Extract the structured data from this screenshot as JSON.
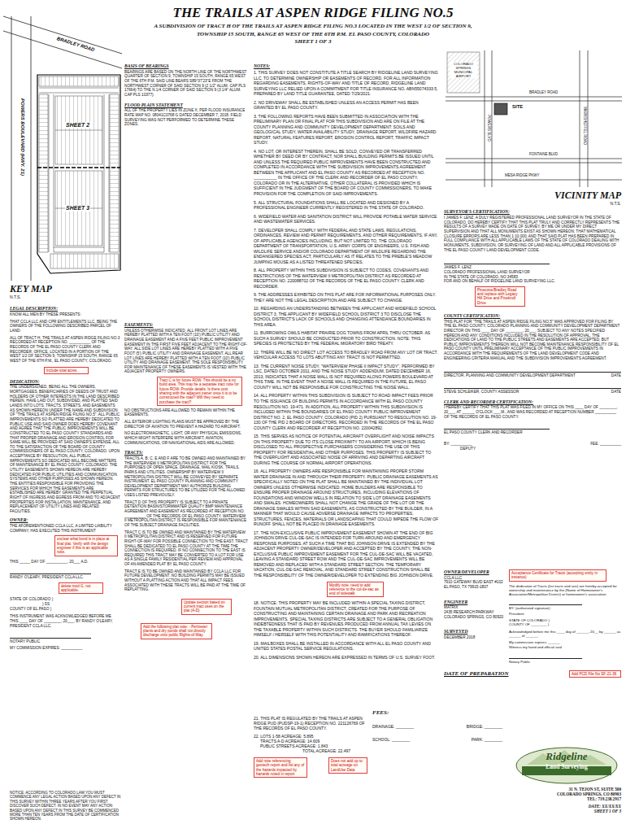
{
  "diagram": {
    "title": "THE TRAILS AT ASPEN RIDGE FILING NO.5",
    "nodes": [
      {
        "text": [
          "Include total acres."
        ]
      },
      {
        "text": [
          "unclear what bond is in place at final plat. Verify with the design engineer if this is an applicable note."
        ]
      },
      {
        "text": [
          "delete mod G. not applicable."
        ]
      },
      {
        "text": [
          "Tract C is for future ROW. This should be a no build area. This may be a separate tract note for future ROW. Provide details. Is there cost sharing with the adjacent owner once it is to be constructed the road? Will they need to purchase the tract?"
        ]
      },
      {
        "text": [
          "Update section based on current tract uses on the plat (A-D)"
        ]
      },
      {
        "text": [
          "Add the following plat note: - Perimeter plants and dry ponds shall not directly discharge onto public Rights-of-Way."
        ]
      },
      {
        "text": [
          "Modify note, need to add reference to the cul-de-sac as end of sidewalk"
        ]
      },
      {
        "text": [
          "Add note referencing geotech report and list any of the hazards impacted by hazards noted in report"
        ]
      },
      {
        "text": [
          "Does not add up to total acreage on LandUse Data"
        ]
      },
      {
        "text": [
          "Pinecone/Bradley Road and replace with Legacy Hill Drive and Pineknoll Drive"
        ]
      },
      {
        "text": [
          "Acceptance Certificate for Tracts (accepting entity in instance)"
        ]
      },
      {
        "text": [
          "Add PCD File No SF-21-36"
        ]
      },
      {
        "text": [
          "Ridgeline",
          "Land Surveying"
        ]
      }
    ],
    "labels": [
      "A SUBDIVISION OF TRACT H OF THE TRAILS AT ASPEN RIDGE FILING NO.3 LOCATED IN THE WEST 1/2 OF SECTION 9,",
      "TOWNSHIP 15 SOUTH, RANGE 65 WEST OF THE 6TH P.M. EL PASO COUNTY, COLORADO",
      "SHEET 1 OF 3",
      "BRADLEY ROAD",
      "POWERS BOULEVARD (HWY. 21)",
      "SHEET 2",
      "SHEET 3",
      "KEY MAP",
      "N.T.S.",
      "LEGAL DESCRIPTION:",
      "KNOW ALL MEN BY THESE PRESENTS:",
      "THAT CCLA LLC AND CPR ENTITLEMENTS LLC, BEING THE OWNERS OF THE FOLLOWING DESCRIBED PARCEL OF LAND:",
      "ALL OF TRACT H, THE TRAILS AT ASPEN RIDGE FILING NO.3 RECORDED AT RECEPTION NO. __________ OF THE RECORDS OF THE EL PASO COUNTY CLERK AND RECORDER, OFFICE, LOCATED IN A PORTION OF THE WEST 1/2 OF SECTION 9, TOWNSHIP 15 SOUTH, RANGE 65 WEST OF THE 6TH P.M., EL PASO COUNTY, COLORADO.",
      "DEDICATION:",
      "THE UNDERSIGNED, BEING ALL THE OWNERS, MORTGAGEES, BENEFICIARIES OF DEEDS OF TRUST AND HOLDERS OF OTHER INTERESTS IN THE LAND DESCRIBED HEREIN, HAVE LAID OUT, SUBDIVIDED, AND PLATTED SAID LANDS INTO LOTS, TRACTS, STREETS, AND EASEMENTS AS SHOWN HEREON UNDER THE NAME AND SUBDIVISION OF \"THE TRAILS AT ASPEN RIDGE FILING NO.5\". ALL PUBLIC IMPROVEMENTS SO PLATTED ARE HEREBY DEDICATED TO PUBLIC USE AND SAID OWNER DOES HEREBY COVENANT AND AGREE THAT THE PUBLIC IMPROVEMENTS WILL BE CONSTRUCTED TO EL PASO COUNTY STANDARDS AND THAT PROPER DRAINAGE AND EROSION CONTROL FOR SAME WILL BE PROVIDED AT SAID OWNER'S EXPENSE, ALL TO THE SATISFACTION OF THE BOARD OF COUNTY COMMISSIONERS OF EL PASO COUNTY, COLORADO. UPON ACCEPTANCE BY RESOLUTION, ALL PUBLIC IMPROVEMENTS SO DEDICATED WILL BECOME MATTERS OF MAINTENANCE BY EL PASO COUNTY, COLORADO. THE UTILITY EASEMENTS SHOWN HEREON ARE HEREBY DEDICATED FOR PUBLIC UTILITIES AND COMMUNICATION SYSTEMS AND OTHER PURPOSES AS SHOWN HEREON. THE ENTITIES RESPONSIBLE FOR PROVIDING THE SERVICES FOR WHICH THE EASEMENTS ARE ESTABLISHED ARE HEREBY GRANTED THE PERPETUAL RIGHT OF INGRESS AND EGRESS FROM AND TO ADJACENT PROPERTIES FOR INSTALLATION, MAINTENANCE, AND REPLACEMENT OF UTILITY LINES AND RELATED FACILITIES.",
      "OWNER:",
      "THE AFOREMENTIONED CCLA LLC, A LIMITED LIABILITY COMPANY, HAS EXECUTED THIS INSTRUMENT",
      "THIS _____ DAY OF __________, 20___ A.D.",
      "RANDY O'LEARY, PRESIDENT CCLA LLC.",
      "STATE OF COLORADO )",
      ") SS",
      "COUNTY OF EL PASO )",
      "THIS INSTRUMENT WAS ACKNOWLEDGED BEFORE ME THIS ____ DAY OF ________, 20___, BY RANDY O'LEARY, PRESIDENT CCLA LLC.",
      "NOTARY PUBLIC",
      "MY COMMISSION EXPIRES: __________",
      "NOTICE: ACCORDING TO COLORADO LAW YOU MUST COMMENCE ANY LEGAL ACTION BASED UPON ANY DEFECT IN THIS SURVEY WITHIN THREE YEARS AFTER YOU FIRST DISCOVER SUCH DEFECT. IN NO EVENT MAY ANY ACTION BASED UPON ANY DEFECT IN THIS SURVEY BE COMMENCED MORE THAN TEN YEARS FROM THE DATE OF CERTIFICATION SHOWN HEREON.",
      "BASIS OF BEARINGS",
      "BEARINGS ARE BASED ON THE NORTH LINE OF THE NORTHWEST QUARTER OF SECTION 9, TOWNSHIP 15 SOUTH, RANGE 65 WEST OF THE 6TH P.M. SAID LINE BEARS S89°37'23\"E FROM THE NORTHWEST CORNER OF SAID SECTION 9 (2 1/2\" ALUM. CAP PLS 17664) TO THE N 1/4 CORNER OF SAID SECTION 9 (3 1/4\" ALUM. CAP PLS 10377).",
      "FLOOD PLAIN STATEMENT",
      "ALL OF THE PROPERTY LIES IN ZONE X, PER FLOOD INSURANCE RATE MAP NO. 08041C0768 G DATED DECEMBER 7, 2018. FIELD SURVEYING WAS NOT PERFORMED TO DETERMINE THESE ZONES.",
      "EASEMENTS:",
      "UNLESS OTHERWISE INDICATED, ALL FRONT LOT LINES ARE HEREBY PLATTED WITH A TEN FOOT (10') PUBLIC UTILITY AND DRAINAGE EASEMENT AND A FIVE FEET PUBLIC IMPROVEMENT EASEMENT IN THE FIRST FIVE FEET ADJACENT TO THE RIGHT-OF-WAY. ALL SIDE LOT LINES ARE HEREBY PLATTED WITH A FIVE FOOT (5') PUBLIC UTILITY AND DRAINAGE EASEMENT. ALL REAR LOT LINES ARE HEREBY PLATTED WITH A TEN FOOT (10') PUBLIC UTILITY AND DRAINAGE EASEMENT. THE SOLE RESPONSIBILITY FOR MAINTENANCE OF THESE EASEMENTS IS VESTED WITH THE ADJACENT PROPERTY OWNERS.",
      "NO OBSTRUCTIONS ARE ALLOWED TO REMAIN WITHIN THE EASEMENTS.",
      "ALL EXTERIOR LIGHTING PLANS MUST BE APPROVED BY THE DIRECTOR OF AVIATION TO PREVENT A HAZARD TO AIRCRAFT.",
      "NO ELECTROMAGNETIC, LIGHT, OR ANY PHYSICAL EMISSIONS, WHICH MIGHT INTERFERE WITH AIRCRAFT, AVIATION, COMMUNICATIONS, OR NAVIGATIONAL AIDS ARE ALLOWED.",
      "TRACTS:",
      "TRACTS A, B, C, E AND F ARE TO BE OWNED AND MAINTAINED BY THE WATERVIEW II METROPOLITAN DISTRICT FOR THE PURPOSES OF OPEN SPACE, DRAINAGE, MAIL KIOSK, TRAILS, PARKS AND UTILITIES. OWNERSHIP BY WATERVIEW II METROPOLITAN DISTRICT WILL BE CONVEYED BY SEPARATE INSTRUMENT. EL PASO COUNTY PLANNING AND COMMUNITY DEVELOPMENT DEPARTMENT MAY AUTHORIZE BUILDING PERMITS FOR STRUCTURES TO BE UTILIZED FOR THE ALLOWED USES LISTED PREVIOUSLY.",
      "TRACT D OF THIS PROPERTY IS SUBJECT TO A PRIVATE DETENTION BASIN/STORMWATER QUALITY BMP MAINTENANCE AGREEMENT AND EASEMENT AS RECORDED AT RECEPTION NO. __________ OF THE RECORDS OF EL PASO COUNTY. WATERVIEW II METROPOLITAN DISTRICT IS RESPONSIBLE FOR MAINTENANCE OF THE SUBJECT DRAINAGE FACILITIES.",
      "TRACT C IS TO BE OWNED AND MAINTAINED BY THE WATERVIEW II METROPOLITAN DISTRICT AND IS RESERVED FOR FUTURE RIGHT-OF-WAY FOR POSSIBLE CONNECTION TO THE EAST. TRACT SHALL BE DEDICATED TO EL PASO COUNTY AT THE TIME THE CONNECTION IS REQUIRED. IF NO CONNECTION TO THE EAST IS REQUIRED THIS TRACT MAY BE CONVERTED TO A LOT FOR USE AS A SINGLE FAMILY RESIDENTIAL PER REVIEW AND APPROVAL OF AN AMENDED PLAT BY EL PASO COUNTY.",
      "TRACT E IS TO BE OWNED AND MAINTAINED BY CCLA LLC FOR FUTURE DEVELOPMENT. NO BUILDING PERMITS MAY BE ISSUED WITHOUT A PLATTING ACTION AND THAT ALL IMPACT FEES ASSOCIATED WITH THESE TRACTS WILL BE PAID AT THE TIME OF REPLATTING.",
      "NOTES:",
      "1. THIS SURVEY DOES NOT CONSTITUTE A TITLE SEARCH BY RIDGELINE LAND SURVEYING LLC, TO DETERMINE OWNERSHIP OR EASEMENTS OF RECORD. FOR ALL INFORMATION REGARDING EASEMENTS, RIGHTS-OF-WAY AND TITLE OF RECORD, RIDGELINE LAND SURVEYING LLC RELIED UPON A COMMITMENT FOR TITLE INSURANCE NO. ABN55074333.5, PREPARED BY LAND TITLE GUARANTEE, DATED 7/29/2021.",
      "2. NO DRIVEWAY SHALL BE ESTABLISHED UNLESS AN ACCESS PERMIT HAS BEEN GRANTED BY EL PASO COUNTY.",
      "3. THE FOLLOWING REPORTS HAVE BEEN SUBMITTED IN ASSOCIATION WITH THE PRELIMINARY PLAN OR FINAL PLAT FOR THIS SUBDIVISION AND ARE ON FILE AT THE COUNTY PLANNING AND COMMUNITY DEVELOPMENT DEPARTMENT: SOILS AND GEOLOGICAL STUDY, WATER AVAILABILITY STUDY, DRAINAGE REPORT, WILDFIRE HAZARD REPORT, NATURAL FEATURES REPORT, EROSION CONTROL REPORT, TRAFFIC IMPACT STUDY.",
      "4. NO LOT, OR INTEREST THEREIN, SHALL BE SOLD, CONVEYED OR TRANSFERRED WHETHER BY DEED OR BY CONTRACT, NOR SHALL BUILDING PERMITS BE ISSUED UNTIL AND UNLESS THE REQUIRED PUBLIC IMPROVEMENTS HAVE BEEN CONSTRUCTED AND COMPLETED IN ACCORDANCE WITH THE SUBDIVISION IMPROVEMENTS AGREEMENT BETWEEN THE APPLICANT AND EL PASO COUNTY AS RECORDED AT RECEPTION NO. __________ IN THE OFFICE OF THE CLERK AND RECORDER OF EL PASO COUNTY, COLORADO OR IN THE ALTERNATIVE, OTHER COLLATERAL IS PROVIDED WHICH IS SUFFICIENT IN THE JUDGMENT OF THE BOARD OF COUNTY COMMISSIONERS, TO MAKE PROVISION FOR THE COMPLETION OF SAID IMPROVEMENTS.",
      "5. ALL STRUCTURAL FOUNDATIONS SHALL BE LOCATED AND DESIGNED BY A PROFESSIONAL ENGINEER CURRENTLY REGISTERED IN THE STATE OF COLORADO.",
      "6. WIDEFIELD WATER AND SANITATION DISTRICT WILL PROVIDE POTABLE WATER SERVICE AND WASTEWATER SERVICES.",
      "7. DEVELOPER SHALL COMPLY WITH FEDERAL AND STATE LAWS, REGULATIONS, ORDINANCES, REVIEW AND PERMIT REQUIREMENTS, AND OTHER REQUIREMENTS, IF ANY, OF APPLICABLE AGENCIES INCLUDING, BUT NOT LIMITED TO, THE COLORADO DEPARTMENT OF TRANSPORTATION, U.S. ARMY CORPS OF ENGINEERS, U.S. FISH AND WILDLIFE SERVICE AND/OR COLORADO DEPARTMENT OF WILDLIFE REGARDING THE ENDANGERED SPECIES ACT, PARTICULARLY AS IT RELATES TO THE PREBLE'S MEADOW JUMPING MOUSE AS A LISTED THREATENED SPECIES.",
      "8. ALL PROPERTY WITHIN THIS SUBDIVISION IS SUBJECT TO CODES, COVENANTS AND RESTRICTIONS OF THE WATERVIEW II METROPOLITAN DISTRICT AS RECORDED AT RECEPTION NO. 220088702 OF THE RECORDS OF THE EL PASO COUNTY CLERK AND RECORDER.",
      "9. THE ADDRESSES EXHIBITED ON THIS PLAT ARE FOR INFORMATIONAL PURPOSES ONLY. THEY ARE NOT THE LEGAL DESCRIPTION AND ARE SUBJECT TO CHANGE.",
      "10. REGARDING AN UNDERSTANDING BETWEEN THE APPLICANT AND WIDEFIELD SCHOOL DISTRICT 3, THE APPLICANT BY WIDEFIELD SCHOOL DISTRICT 3 TO DISCLOSE THE SCHOOL DISTRICT'S LACK OF SCHOOLS AND CHANGING ATTENDANCE BOUNDARIES IN THIS AREA.",
      "11. BURROWING OWLS HABITAT PRAIRIE DOG TOWNS FROM APRIL THRU OCTOBER. AS SUCH A SURVEY SHOULD BE CONDUCTED PRIOR TO CONSTRUCTION. NOTE: THIS SPECIES IS PROTECTED BY THE FEDERAL MIGRATORY BIRD TREATY.",
      "12. THERE WILL BE NO DIRECT LOT ACCESS TO BRADLEY ROAD FROM ANY LOT OR TRACT. VEHICULAR ACCESS TO LOTS ABUTTING ANY TRACT IS NOT PERMITTED.",
      "13. THE CURRENT NOISE STUDY, \"WATERVIEW PHASE II IMPACT STUDY\", PERFORMED BY LSC, DATED OCTOBER 2011, AND THE NOISE STUDY ADDENDUM, DATED DECEMBER 16, 2013, INDICATES THAT A NOISE WALL IS NOT REQUIRED ALONG POWERS BOULEVARD AT THIS TIME. IN THE EVENT THAT A NOISE WALL IS REQUIRED IN THE FUTURE, EL PASO COUNTY WILL NOT BE RESPONSIBLE FOR CONSTRUCTING THE NOISE WALL.",
      "14. ALL PROPERTY WITHIN THIS SUBDIVISION IS SUBJECT TO ROAD IMPACT FEES PRIOR TO THE ISSUANCE OF BUILDING PERMITS IN ACCORDANCE WITH EL PASO COUNTY RESOLUTION NO. 19-471. IN ADDITION, ALL PROPERTY WITHIN THIS SUBDIVISION IS INCLUDED WITHIN THE BOUNDARIES OF EL PASO COUNTY PUBLIC IMPROVEMENT DISTRICT NO. 2, EL PASO COUNTY, COLORADO (PID 2) PURSUANT TO RESOLUTION NO. 19-130 OF THE PID 2 BOARD OF DIRECTORS, RECORDED IN THE RECORDS OF THE EL PASO COUNTY CLERK AND RECORDER AT RECEPTION NO. 220042892.",
      "15. THIS SERVES AS NOTICE OF POTENTIAL AIRCRAFT OVERFLIGHT AND NOISE IMPACTS ON THIS PROPERTY DUE TO ITS CLOSE PROXIMITY TO AN AIRPORT, WHICH IS BEING DISCLOSED TO ALL PROSPECTIVE PURCHASERS CONSIDERING THE USE OF THIS PROPERTY FOR RESIDENTIAL AND OTHER PURPOSES. THIS PROPERTY IS SUBJECT TO THE OVERFLIGHT AND ASSOCIATED NOISE OF ARRIVING AND DEPARTING AIRCRAFT DURING THE COURSE OF NORMAL AIRPORT OPERATIONS.",
      "16. ALL PROPERTY OWNERS ARE RESPONSIBLE FOR MAINTAINING PROPER STORM WATER DRAINAGE IN AND THROUGH THEIR PROPERTY. PUBLIC DRAINAGE EASEMENTS AS SPECIFICALLY NOTED ON THE PLAT SHALL BE MAINTAINED BY THE INDIVIDUAL LOT OWNERS UNLESS OTHERWISE INDICATED. HOME BUILDERS ARE RESPONSIBLE TO ENSURE PROPER DRAINAGE AROUND STRUCTURES, INCLUDING ELEVATIONS OF FOUNDATIONS AND WINDOW WELLS IN RELATION TO SIDE LOT DRAINAGE EASEMENTS AND SWALES. HOMEOWNERS SHALL NOT CHANGE THE GRADE OF THE LOT OR THE DRAINAGE SWALES WITHIN SAID EASEMENTS, AS CONSTRUCTED BY THE BUILDER, IN A MANNER THAT WOULD CAUSE ADVERSE DRAINAGE IMPACTS TO PROPERTIES. STRUCTURES, FENCES, MATERIALS OR LANDSCAPING THAT COULD IMPEDE THE FLOW OF RUNOFF SHALL NOT BE PLACED IN DRAINAGE EASEMENTS.",
      "17. THE NON-EXCLUSIVE PUBLIC IMPROVEMENT EASEMENT SHOWN AT THE END OF BIG JOHNSON DRIVE CUL-DE-SAC IS INTENDED FOR TURN AROUND AND EMERGENCY RESPONSE PURPOSES. AT SUCH A TIME THAT BIG JOHNSON DRIVE IS EXTENDED BY THE ADJACENT PROPERTY OWNER/DEVELOPER AND ACCEPTED BY THE COUNTY, THE NON-EXCLUSIVE PUBLIC IMPROVEMENT EASEMENT FOR THE CUL-DE-SAC WILL BE VACATED, LEAVING A STANDARD STREET ROW AND THE CUL-DE-SAC IMPROVEMENTS WILL BE REMOVED AND REPLACED WITH A STANDARD STREET SECTION. THE TEMPORARY VACATION, CUL-DE-SAC REMOVAL, AND STANDARD STREET CONSTRUCTION SHALL BE THE RESPONSIBILITY OF THE OWNER/DEVELOPER TO EXTENDING BIG JOHNSON DRIVE.",
      "18. NOTICE: THIS PROPERTY MAY BE INCLUDED WITHIN A SPECIAL TAXING DISTRICT, FOUNTAIN MUTUAL METROPOLITAN DISTRICT, CREATED FOR THE PURPOSE OF CONSTRUCTING AND MAINTAINING CERTAIN DRAINAGE AND PARK AND RECREATION IMPROVEMENTS. SPECIAL TAXING DISTRICTS ARE SUBJECT TO A GENERAL OBLIGATION INDEBTEDNESS THAT IS PAID BY REVENUES PRODUCED FROM ANNUAL TAX LEVIES ON THE TAXABLE PROPERTY WITHIN SUCH DISTRICTS. THE BUYER SHOULD FAMILIARIZE HIMSELF / HERSELF WITH THIS POTENTIALITY AND RAMIFICATIONS THEREOF.",
      "19. MAILBOXES SHALL BE INSTALLED IN ACCORDANCE WITH ALL EL PASO COUNTY AND UNITED STATES POSTAL SERVICE REGULATIONS.",
      "20. ALL DIMENSIONS SHOWN HEREON ARE EXPRESSED IN TERMS OF U.S. SURVEY FOOT.",
      "21. THIS PLAT IS REGULATED BY THE TRAILS AT ASPEN RIDGE PUD (PUDSP-19-1) RECEPTION NO. 221126769 OF THE RECORDS OF EL PASO COUNTY.",
      "22. LOTS 1-58 ACREAGE: 5.895",
      "TRACTS A-D ACREAGE: 14.609",
      "PUBLIC STREETS ACREAGE: 1.843",
      "TOTAL ACREAGE: 22.497",
      "VICINITY MAP",
      "N.T.S.",
      "SURVEYOR'S CERTIFICATION:",
      "I JAMES F. LENZ, A DULY REGISTERED PROFESSIONAL LAND SURVEYOR IN THE STATE OF COLORADO, DO HEREBY CERTIFY THAT THIS PLAT TRULY AND CORRECTLY REPRESENTS THE RESULTS OF A SURVEY MADE ON DATE OF SURVEY, BY ME OR UNDER MY DIRECT SUPERVISION AND THAT ALL MONUMENTS EXIST AS SHOWN HEREON; THAT MATHEMATICAL CLOSURE ERRORS ARE LESS THAN 1:10,000; AND THAT SAID PLAT HAS BEEN PREPARED IN FULL COMPLIANCE WITH ALL APPLICABLE LAWS OF THE STATE OF COLORADO DEALING WITH MONUMENTS, SUBDIVISION, OR SURVEYING OF LAND AND ALL APPLICABLE PROVISIONS OF THE EL PASO COUNTY LAND DEVELOPMENT CODE.",
      "JAMES F. LENZ",
      "COLORADO PROFESSIONAL LAND SURVEYOR",
      "IN THE STATE OF COLORADO, NO 34583",
      "FOR AND ON BEHALF OF RIDGELINE LAND SURVEYING LLC.",
      "COUNTY CERTIFICATION:",
      "THIS PLAT FOR \"THE TRAILS AT ASPEN RIDGE FILING NO.5\" WAS APPROVED FOR FILING BY THE EL PASO COUNTY, COLORADO PLANNING AND COMMUNITY DEVELOPMENT DEPARTMENT DIRECTOR ON THIS ____ DAY OF ________, 20___, SUBJECT TO ANY NOTES SPECIFIED HEREON AND ANY CONDITIONS INCLUDED IN THE RESOLUTION OF APPROVAL. THE DEDICATIONS OF LAND TO THE PUBLIC STREETS AND EASEMENTS ARE ACCEPTED, BUT PUBLIC IMPROVEMENTS THEREON WILL NOT BECOME MAINTENANCE RESPONSIBILITY OF EL PASO COUNTY UNTIL PRELIMINARY ACCEPTANCE OF THE PUBLIC IMPROVEMENTS IN ACCORDANCE WITH THE REQUIREMENTS OF THE LAND DEVELOPMENT CODE AND ENGINEERING CRITERIA MANUAL AND THE SUBDIVISION IMPROVEMENTS AGREEMENT.",
      "DIRECTOR, PLANNING AND COMMUNITY DEVELOPMENT DEPARTMENT",
      "DATE",
      "STEVE SCHLEIKER, COUNTY ASSESSOR",
      "DATE",
      "CLERK AND RECORDER CERTIFICATION:",
      "I HEREBY CERTIFY THAT THIS PLAT WAS FILED IN MY OFFICE ON THIS ____ DAY OF ________, 20___, AT ______ O'CLOCK ___.M., AND WAS RECORDED AT RECEPTION NUMBER __________ OF THE RECORDS OF EL PASO COUNTY.",
      "EL PASO COUNTY CLERK AND RECORDER",
      "BY: __________",
      "FEE: __________",
      "DEPUTY",
      "OWNER/DEVELOPER",
      "CCLA LLC",
      "7910 GATEWAY BLVD EAST #102",
      "EL PASO, TX 79915-1807",
      "The dedication of Tracts (list tracts and use) are hereby accepted for ownership and maintenance by the (Name of Homeowner's Association/Metropolitan District) or homeowner's association.",
      "BY: (authorized signature)",
      "President",
      "STATE OF COLORADO )",
      "COUNTY OF ________ )",
      "Acknowledged before me this ____ day of ______, 20__ by ______ as ______ of ______.",
      "My commission expires: ______",
      "Witness my hand and official seal",
      "Notary Public",
      "ENGINEER",
      "MATRIX",
      "2435 RESEARCH PARKWAY",
      "COLORADO SPRINGS, CO 80920",
      "SURVEYED",
      "DECEMBER 2018",
      "DATE OF PREPARATION",
      "FEES:",
      "DRAINAGE: ________",
      "BRIDGE: ________",
      "SCHOOL: ________",
      "PARK: ________",
      "31 N. TEJON ST, SUITE 500",
      "COLORADO SPRINGS, CO 80903",
      "TEL: 719.238.2917",
      "DATE: XX/XX/XX",
      "SHEET 1 OF 3",
      "SITE",
      "BRADLEY ROAD",
      "POWERS BLVD",
      "COLORADO SPRINGS MUNICIPAL AIRPORT",
      "FONTAINE BLVD",
      "MESA RIDGE PKWY",
      "MARKSHEFFEL ROAD"
    ]
  }
}
